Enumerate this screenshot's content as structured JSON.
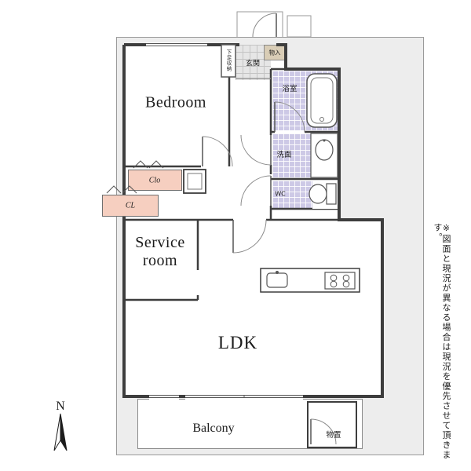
{
  "rooms": {
    "bedroom": "Bedroom",
    "service_line1": "Service",
    "service_line2": "room",
    "ldk": "LDK",
    "balcony": "Balcony"
  },
  "closets": {
    "clo": "Clo",
    "cl": "CL"
  },
  "service_areas": {
    "genkan": "玄関",
    "shoe_storage": "下足収納",
    "storage_top": "物入",
    "bath": "浴室",
    "washroom": "洗面",
    "wc": "WC",
    "shed": "物置"
  },
  "compass": {
    "north": "N"
  },
  "disclaimer": "※図面と現況が異なる場合は現況を優先させて頂きます。",
  "colors": {
    "wall": "#3d3d3d",
    "closet_fill": "#f6cfc0",
    "wet_area_fill": "#cdc9e6",
    "entrance_tile": "#e6e6e6",
    "storage_fill": "#d9cdb6",
    "surround_fill": "#ededed"
  }
}
